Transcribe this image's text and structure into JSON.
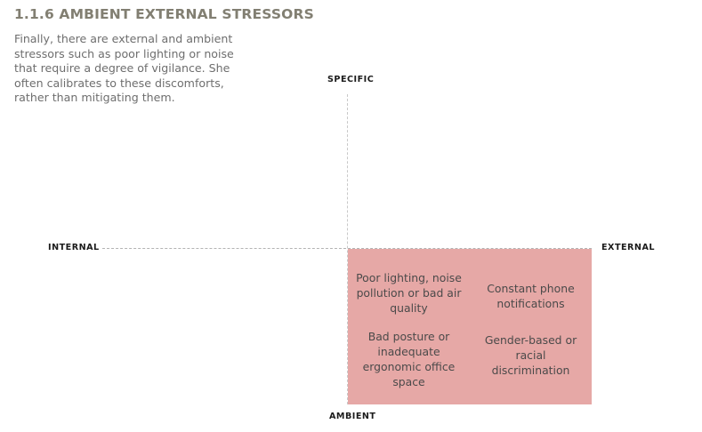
{
  "section": {
    "heading": "1.1.6 AMBIENT EXTERNAL STRESSORS",
    "body": "Finally, there are external and ambient stressors such as poor lighting or noise that require a degree of vigilance. She often calibrates to these discomforts, rather than mitigating them."
  },
  "diagram": {
    "axis_labels": {
      "top": "SPECIFIC",
      "left": "INTERNAL",
      "right": "EXTERNAL",
      "bottom": "AMBIENT"
    },
    "colors": {
      "panel_fill": "#e6a8a6",
      "axis_line": "#c9c9c9",
      "heading_text": "#827f72",
      "body_text": "#6e6e6e",
      "panel_text": "#4b4a4a",
      "label_text": "#1b1b1b"
    },
    "quadrant_external_ambient": {
      "column_left": [
        "Poor lighting, noise pollution or bad air quality",
        "Bad posture or inadequate ergonomic office space"
      ],
      "column_right": [
        "Constant phone notifications",
        "Gender-based or racial discrimination"
      ]
    }
  }
}
